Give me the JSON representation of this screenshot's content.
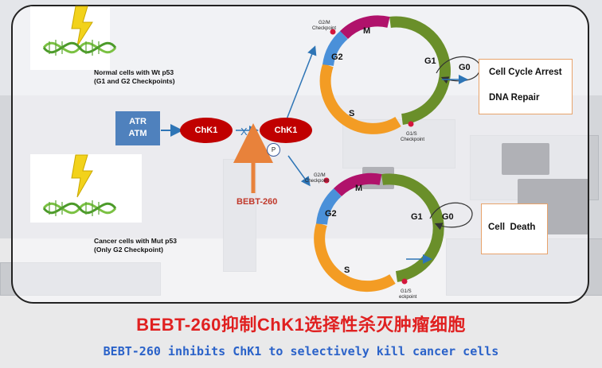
{
  "normal_cells": {
    "line1": "Normal cells with Wt p53",
    "line2": "(G1 and G2 Checkpoints)"
  },
  "cancer_cells": {
    "line1": "Cancer cells with Mut p53",
    "line2": "(Only G2 Checkpoint)"
  },
  "atr_atm": {
    "line1": "ATR",
    "line2": "ATM"
  },
  "chk1_left": "ChK1",
  "chk1_right": "ChK1",
  "phospho": "P",
  "inhibit_mark": "X",
  "drug_label": "BEBT-260",
  "cycle_top": {
    "m": "M",
    "g2": "G2",
    "g1": "G1",
    "s": "S",
    "g0": "G0",
    "g2m_line1": "G2/M",
    "g2m_line2": "Checkpoint",
    "g1s_line1": "G1/S",
    "g1s_line2": "Checkpoint"
  },
  "cycle_bottom": {
    "m": "M",
    "g2": "G2",
    "g1": "G1",
    "s": "S",
    "g0": "G0",
    "g2m_line1": "G2/M",
    "g2m_line2": "Checkpoint",
    "g1s_line1": "G1/S",
    "g1s_line2": "eckpoint"
  },
  "outcome_top": {
    "line1": "Cell Cycle Arrest",
    "line2": "DNA Repair"
  },
  "outcome_bottom": "Cell  Death",
  "title_cn": "BEBT-260抑制ChK1选择性杀灭肿瘤细胞",
  "title_en": "BEBT-260 inhibits ChK1 to selectively kill cancer cells",
  "colors": {
    "s_phase": "#f39c24",
    "g2_phase": "#4a90d9",
    "m_phase": "#b0126b",
    "g1_phase": "#6a8f2a",
    "checkpoint": "#d4163c",
    "chk1": "#c00000",
    "atr": "#4f81bd",
    "drug_arrow": "#e8823b",
    "flow_arrow": "#2e75b6"
  }
}
